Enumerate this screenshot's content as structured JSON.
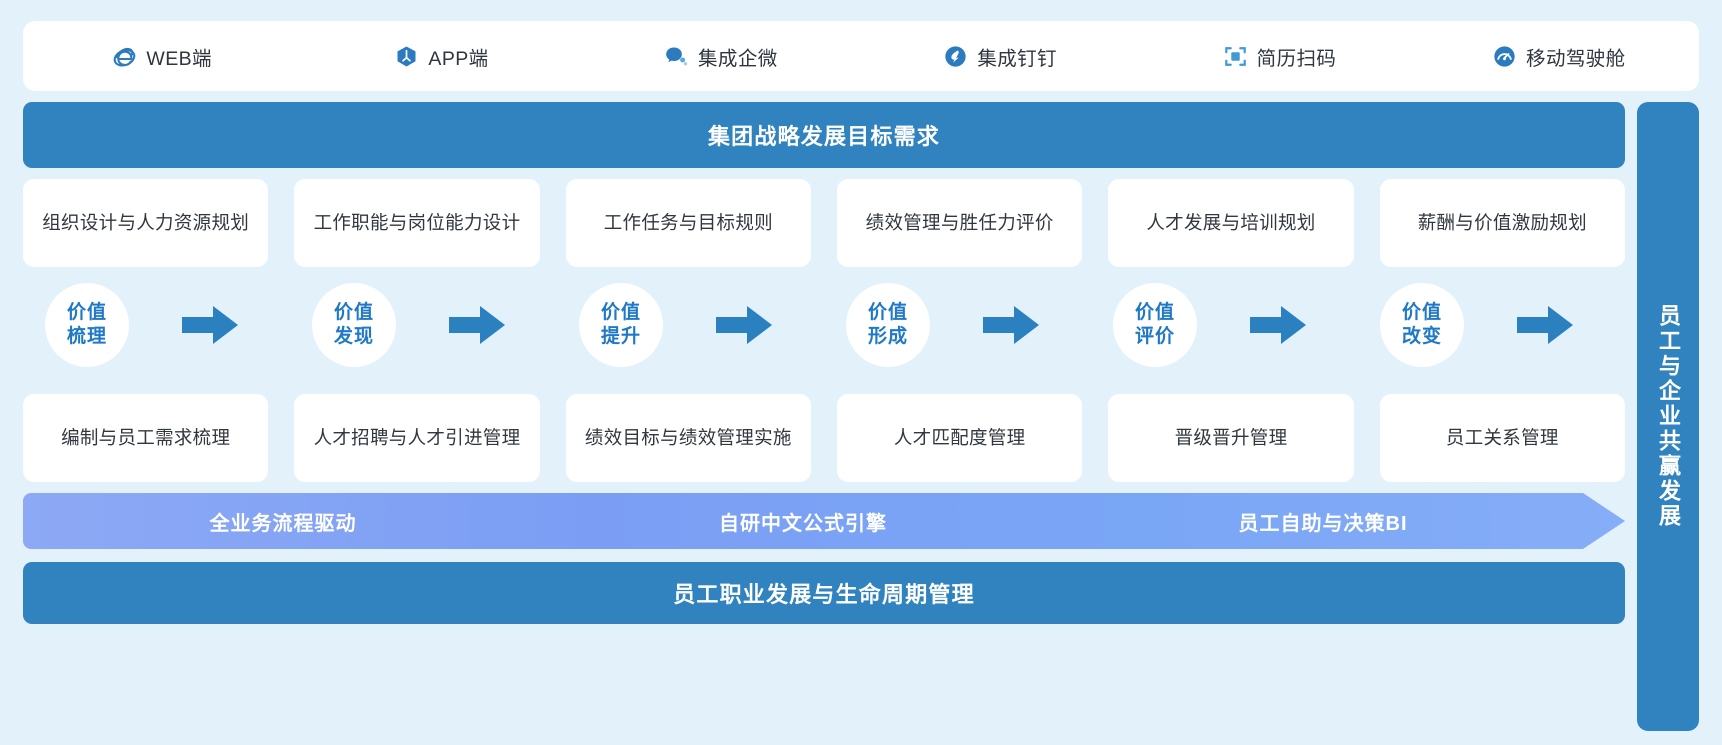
{
  "topbar": {
    "channels": [
      {
        "label": "WEB端",
        "icon": "ie-browser-icon",
        "color": "#2c7bbf"
      },
      {
        "label": "APP端",
        "icon": "app-cube-icon",
        "color": "#2c7bbf"
      },
      {
        "label": "集成企微",
        "icon": "wecom-chat-icon",
        "color": "#2c7bbf"
      },
      {
        "label": "集成钉钉",
        "icon": "dingtalk-icon",
        "color": "#2c7bbf"
      },
      {
        "label": "简历扫码",
        "icon": "scan-code-icon",
        "color": "#3f9ad6"
      },
      {
        "label": "移动驾驶舱",
        "icon": "mobile-dashboard-icon",
        "color": "#2c7bbf"
      }
    ]
  },
  "header_banner": {
    "title": "集团战略发展目标需求"
  },
  "top_cards": [
    "组织设计与人力资源规划",
    "工作职能与岗位能力设计",
    "工作任务与目标规则",
    "绩效管理与胜任力评价",
    "人才发展与培训规划",
    "薪酬与价值激励规划"
  ],
  "stages": [
    {
      "line1": "价值",
      "line2": "梳理"
    },
    {
      "line1": "价值",
      "line2": "发现"
    },
    {
      "line1": "价值",
      "line2": "提升"
    },
    {
      "line1": "价值",
      "line2": "形成"
    },
    {
      "line1": "价值",
      "line2": "评价"
    },
    {
      "line1": "价值",
      "line2": "改变"
    }
  ],
  "bottom_cards": [
    "编制与员工需求梳理",
    "人才招聘与人才引进管理",
    "绩效目标与绩效管理实施",
    "人才匹配度管理",
    "晋级晋升管理",
    "员工关系管理"
  ],
  "strip": {
    "segments": [
      "全业务流程驱动",
      "自研中文公式引擎",
      "员工自助与决策BI"
    ]
  },
  "footer_banner": {
    "title": "员工职业发展与生命周期管理"
  },
  "side_bar": {
    "title": "员工与企业共赢发展"
  },
  "colors": {
    "page_bg": "#e3f1fb",
    "banner_blue": "#3183c0",
    "strip_blue": "#7b9ef4",
    "arrow_blue": "#2b80c0",
    "circle_text": "#1f79c6",
    "card_text": "#31373f"
  }
}
